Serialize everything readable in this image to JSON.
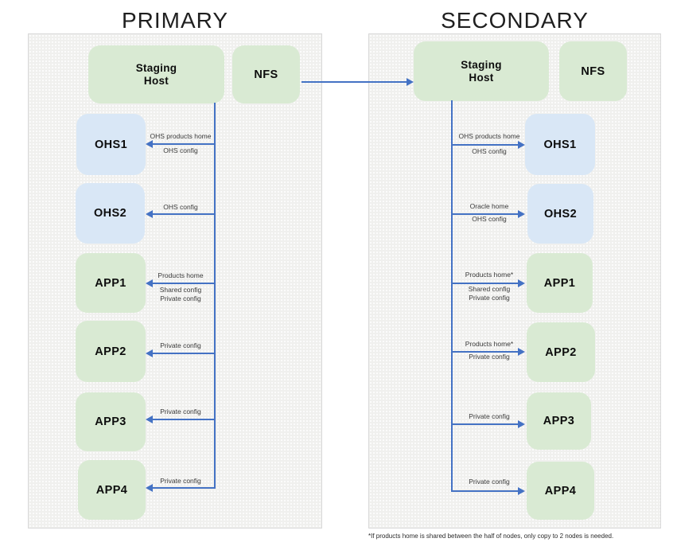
{
  "colors": {
    "arrow": "#4472c4",
    "green_box": "#d9ead3",
    "blue_box": "#d9e7f6",
    "panel_bg": "#f0f0ee"
  },
  "primary": {
    "title": "PRIMARY",
    "staging_line1": "Staging",
    "staging_line2": "Host",
    "nfs": "NFS",
    "nodes": {
      "ohs1": "OHS1",
      "ohs2": "OHS2",
      "app1": "APP1",
      "app2": "APP2",
      "app3": "APP3",
      "app4": "APP4"
    },
    "labels": {
      "ohs1_above": "OHS products home",
      "ohs1_below": "OHS config",
      "ohs2_above": "OHS config",
      "app1_above": "Products home",
      "app1_below1": "Shared  config",
      "app1_below2": "Private config",
      "app2_above": "Private config",
      "app3_above": "Private config",
      "app4_above": "Private config"
    }
  },
  "secondary": {
    "title": "SECONDARY",
    "staging_line1": "Staging",
    "staging_line2": "Host",
    "nfs": "NFS",
    "nodes": {
      "ohs1": "OHS1",
      "ohs2": "OHS2",
      "app1": "APP1",
      "app2": "APP2",
      "app3": "APP3",
      "app4": "APP4"
    },
    "labels": {
      "ohs1_above": "OHS products home",
      "ohs1_below": "OHS config",
      "ohs2_above": "Oracle home",
      "ohs2_below": "OHS config",
      "app1_above": "Products home*",
      "app1_below1": "Shared  config",
      "app1_below2": "Private config",
      "app2_above": "Products home*",
      "app2_below": "Private config",
      "app3_above": "Private config",
      "app4_above": "Private config"
    }
  },
  "footnote": "*If products home is shared between  the half of nodes, only copy to 2 nodes is needed."
}
